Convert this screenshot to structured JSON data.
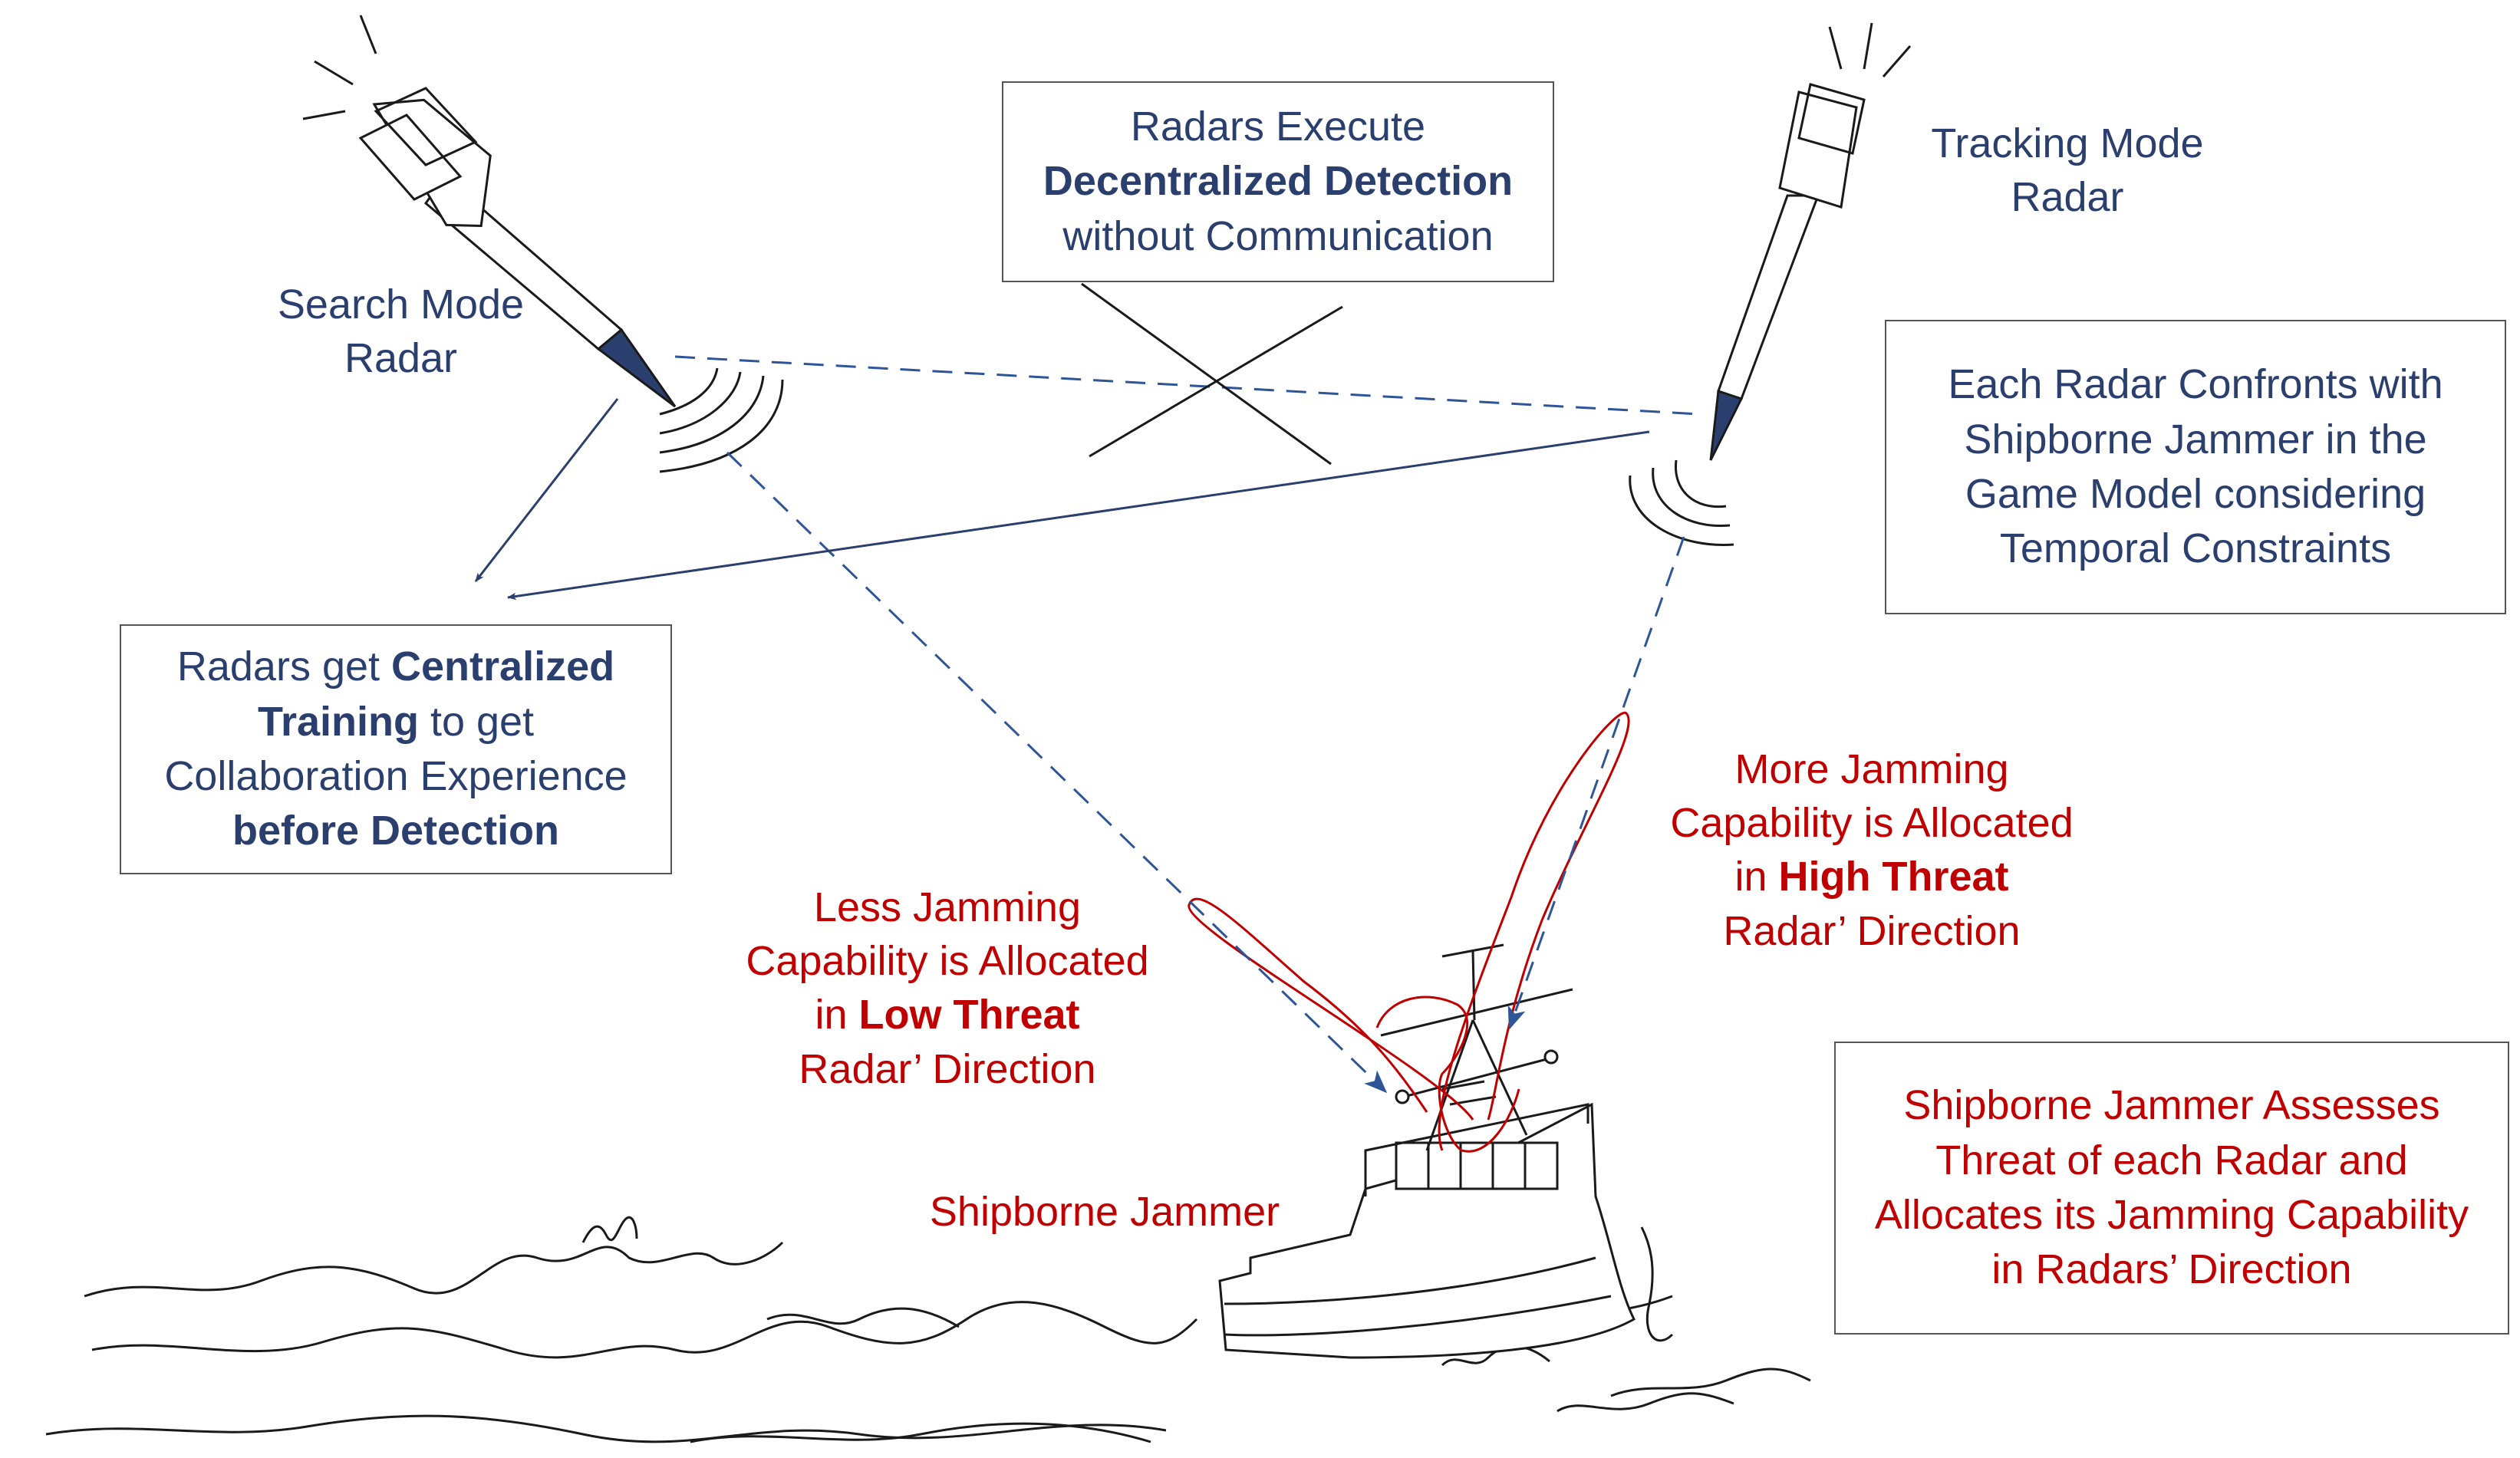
{
  "labels": {
    "search_radar": [
      "Search Mode",
      "Radar"
    ],
    "tracking_radar": [
      "Tracking Mode",
      "Radar"
    ],
    "shipborne_jammer": "Shipborne Jammer"
  },
  "boxes": {
    "decentralized": {
      "l1": "Radars Execute",
      "l2": "Decentralized  Detection",
      "l3": "without Communication"
    },
    "game_model": {
      "l1": "Each Radar Confronts with",
      "l2": "Shipborne Jammer in the",
      "l3": "Game Model considering",
      "l4": "Temporal Constraints"
    },
    "centralized": {
      "l1a": "Radars get  ",
      "l1b": "Centralized",
      "l2a": "Training",
      "l2b": " to get",
      "l3": "Collaboration Experience",
      "l4": "before Detection"
    },
    "assess": {
      "l1": "Shipborne Jammer Assesses",
      "l2": "Threat of each Radar and",
      "l3": "Allocates its Jamming Capability",
      "l4": "in Radars’  Direction"
    }
  },
  "annotations": {
    "less": {
      "l1": "Less Jamming",
      "l2": "Capability is Allocated",
      "l3a": "in ",
      "l3b": "Low Threat",
      "l4": "Radar’  Direction"
    },
    "more": {
      "l1": "More Jamming",
      "l2": "Capability is Allocated",
      "l3a": "in ",
      "l3b": "High Threat",
      "l4": "Radar’  Direction"
    }
  },
  "colors": {
    "blue": "#2b3f6e",
    "dash_blue": "#2e5597",
    "red": "#c00000",
    "ink": "#1a1a1a"
  }
}
